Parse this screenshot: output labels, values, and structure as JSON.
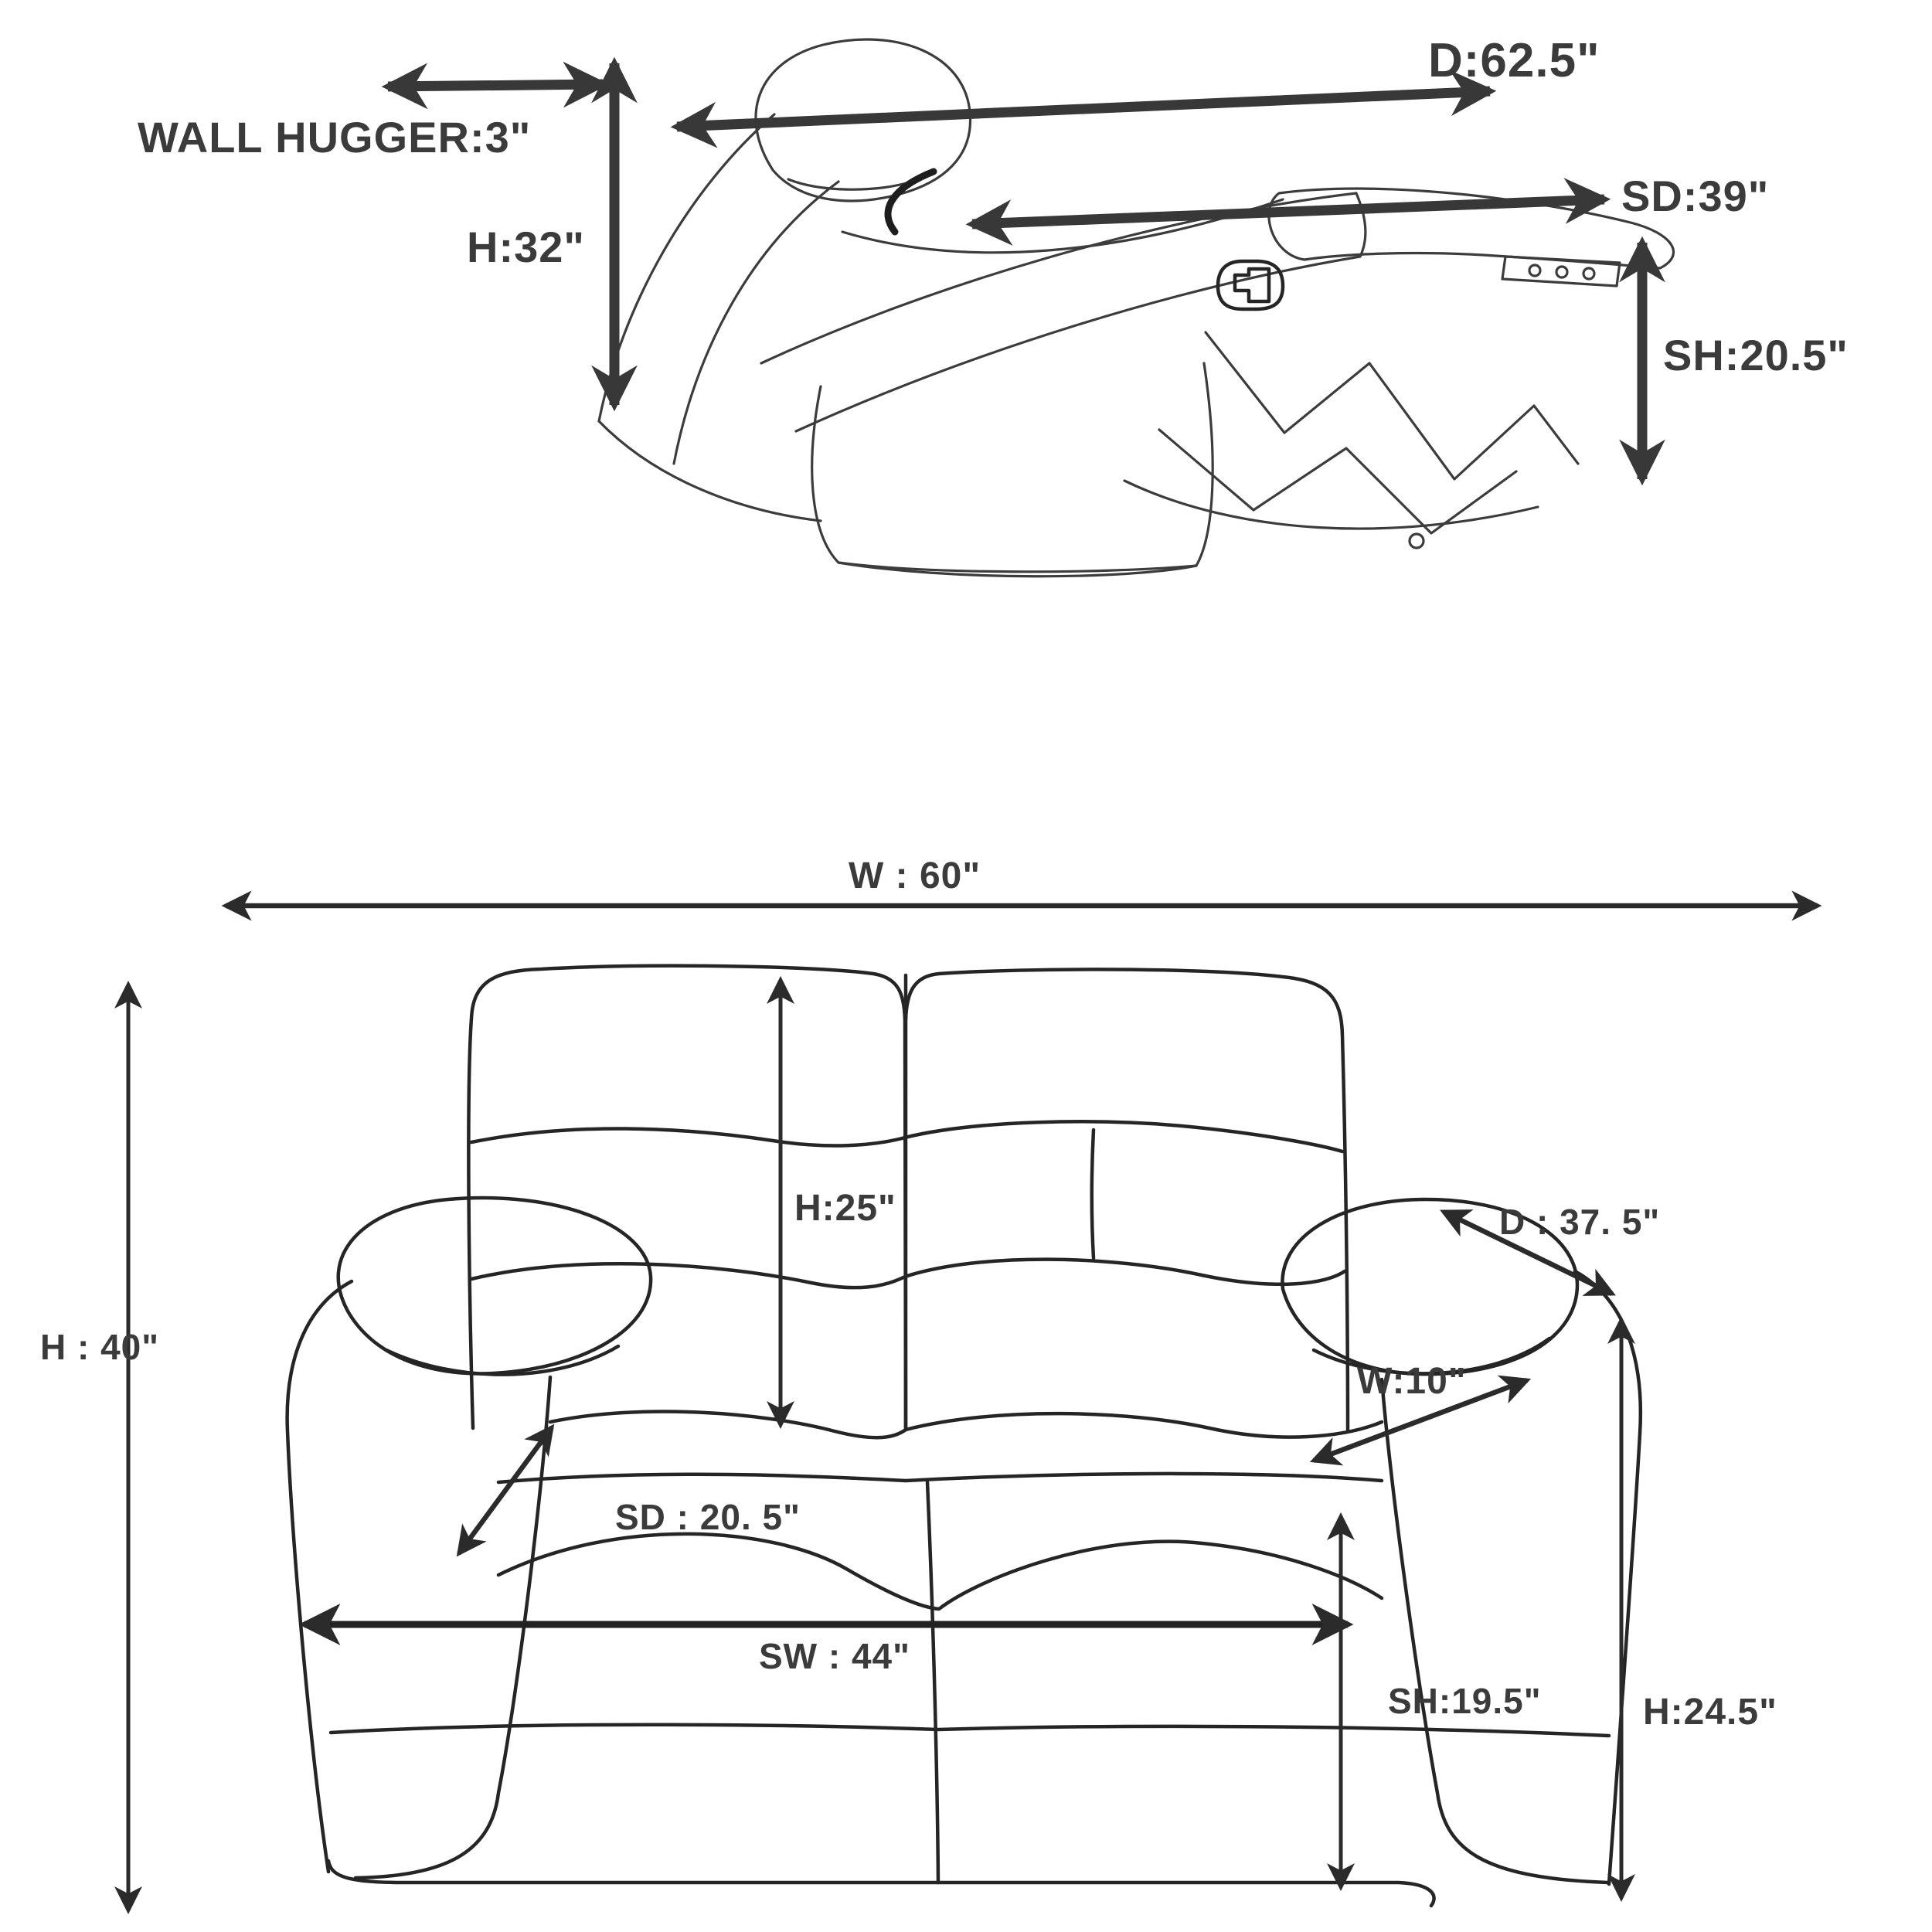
{
  "page": {
    "background": "#ffffff",
    "ink_color": "#3b3b3b",
    "description": "Furniture dimension diagram: reclined chair side view (top) and reclining loveseat front view (bottom)"
  },
  "top_view": {
    "name": "recliner-side-view-reclined",
    "labels": {
      "depth": "D:62.5\"",
      "wall_hugger": "WALL HUGGER:3\"",
      "height": "H:32\"",
      "seat_depth": "SD:39\"",
      "seat_height": "SH:20.5\""
    }
  },
  "front_view": {
    "name": "loveseat-front-view",
    "labels": {
      "width": "W : 60\"",
      "back_height": "H:25\"",
      "depth": "D : 37. 5\"",
      "overall_height": "H : 40\"",
      "arm_width": "W:10\"",
      "seat_depth": "SD : 20. 5\"",
      "seat_width": "SW : 44\"",
      "arm_height": "H:24.5\"",
      "seat_height": "SH:19.5\""
    }
  }
}
